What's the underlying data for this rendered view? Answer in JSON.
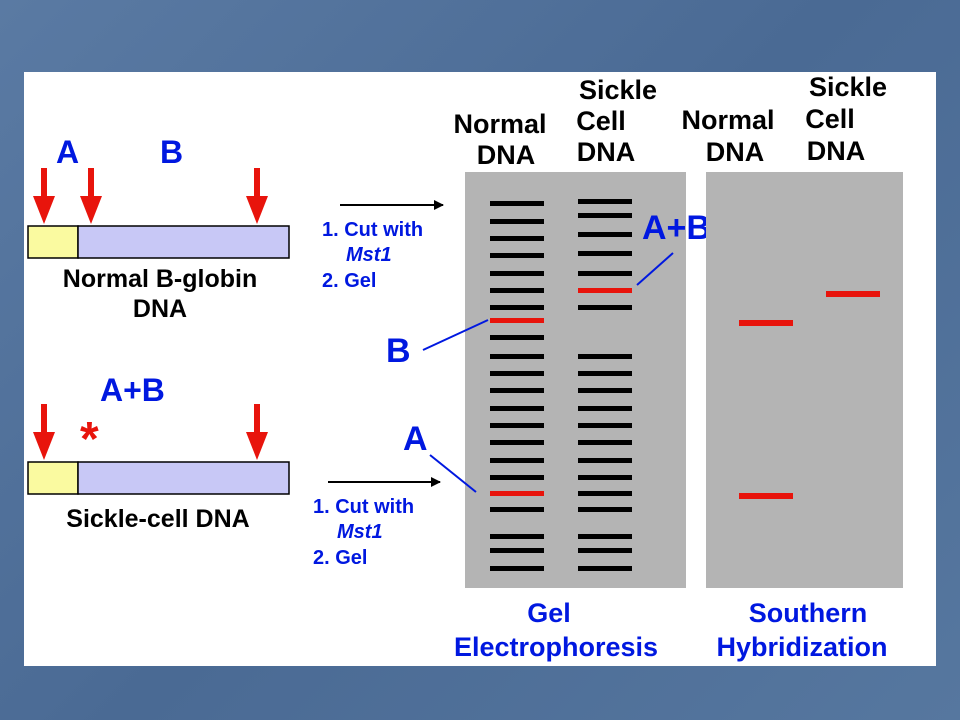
{
  "colors": {
    "slide_background": "#4f709a",
    "panel": "#ffffff",
    "gel": "#b4b4b4",
    "band": "#000000",
    "probe_band": "#e8140c",
    "arrow_red": "#e8140c",
    "label_blue": "#0018e0",
    "dna_yellow": "#fafaa0",
    "dna_lavender": "#c8c8f6"
  },
  "normal_gene": {
    "site_a_label": "A",
    "site_b_label": "B",
    "caption_line1": "Normal B-globin",
    "caption_line2": "DNA"
  },
  "sickle_gene": {
    "fragment_label": "A+B",
    "mutation_mark": "*",
    "caption": "Sickle-cell DNA"
  },
  "procedure_top": {
    "step1": "1. Cut with",
    "enzyme": "Mst1",
    "step2": "2. Gel"
  },
  "procedure_bottom": {
    "step1": "1. Cut with",
    "enzyme": "Mst1",
    "step2": "2. Gel"
  },
  "gel": {
    "lane_normal_line1": "Normal",
    "lane_normal_line2": "DNA",
    "lane_sickle_line1": "Sickle",
    "lane_sickle_line2": "Cell",
    "lane_sickle_line3": "DNA",
    "caption_line1": "Gel",
    "caption_line2": "Electrophoresis",
    "label_b": "B",
    "label_a": "A",
    "label_ab": "A+B"
  },
  "southern": {
    "lane_normal_line1": "Normal",
    "lane_normal_line2": "DNA",
    "lane_sickle_line1": "Sickle",
    "lane_sickle_line2": "Cell",
    "lane_sickle_line3": "DNA",
    "caption_line1": "Southern",
    "caption_line2": "Hybridization"
  }
}
